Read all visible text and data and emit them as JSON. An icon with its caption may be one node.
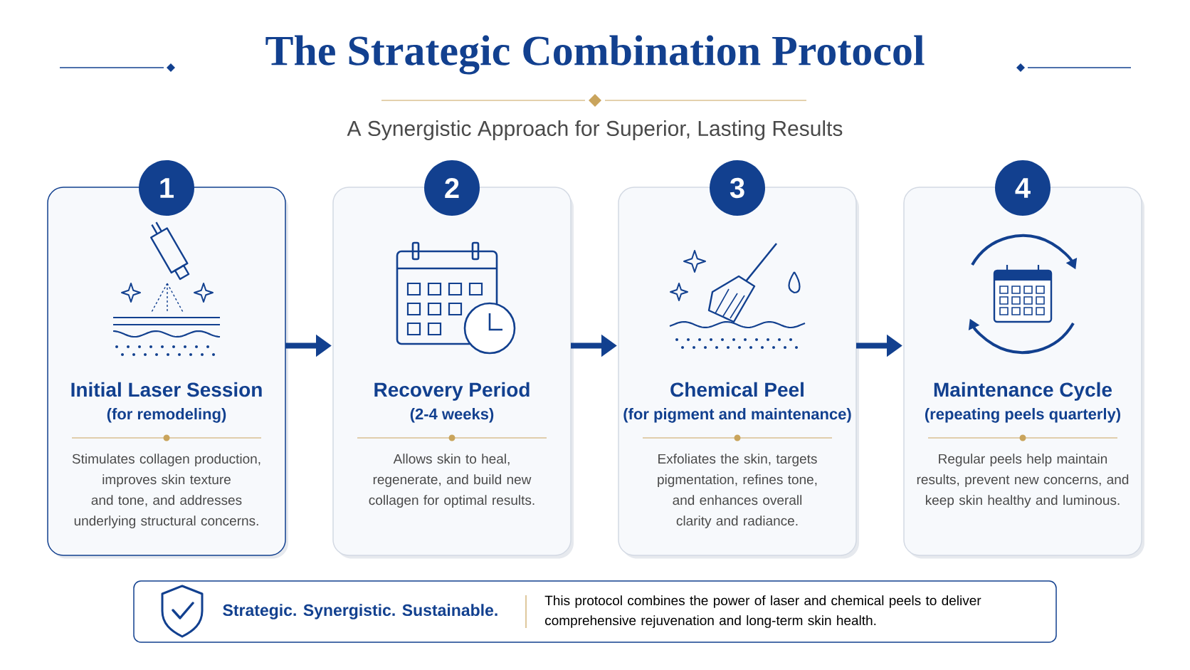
{
  "diagram": {
    "title": "The Strategic Combination Protocol",
    "nodes": [
      {
        "text": [
          "1",
          "Initial Laser Session",
          "(for remodeling)",
          "Stimulates collagen production, improves skin texture and tone, and addresses underlying structural concerns."
        ]
      },
      {
        "text": [
          "2",
          "Recovery Period",
          "(2-4 weeks)",
          "Allows skin to heal, regenerate, and build new collagen for optimal results."
        ]
      },
      {
        "text": [
          "3",
          "Chemical Peel",
          "(for pigment and maintenance)",
          "Exfoliates the skin, targets pigmentation, refines tone, and enhances overall clarity and radiance."
        ]
      },
      {
        "text": [
          "4",
          "Maintenance Cycle",
          "(repeating peels quarterly)",
          "Regular peels help maintain results, prevent new concerns, and keep skin healthy and luminous."
        ]
      },
      {
        "text": [
          "Strategic. Synergistic. Sustainable.",
          "This protocol combines the power of laser and chemical peels to deliver comprehensive rejuvenation and long-term skin health."
        ]
      }
    ],
    "edges": [
      {
        "from": 0,
        "to": 1,
        "arrow": "to"
      },
      {
        "from": 1,
        "to": 2,
        "arrow": "to"
      },
      {
        "from": 2,
        "to": 3,
        "arrow": "to"
      }
    ],
    "labels": [
      "A Synergistic Approach for Superior, Lasting Results"
    ]
  }
}
